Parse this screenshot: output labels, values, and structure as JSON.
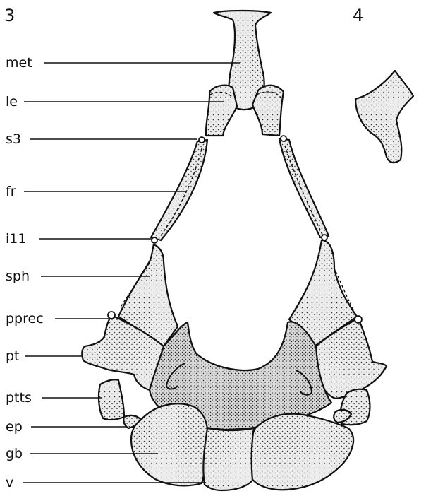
{
  "figures": {
    "left": "3",
    "right": "4"
  },
  "labels": [
    "met",
    "le",
    "s3",
    "fr",
    "i11",
    "sph",
    "pprec",
    "pt",
    "ptts",
    "ep",
    "gb",
    "v"
  ],
  "colors": {
    "ink": "#111111",
    "fill": "#dcdcdc",
    "background": "#ffffff"
  }
}
